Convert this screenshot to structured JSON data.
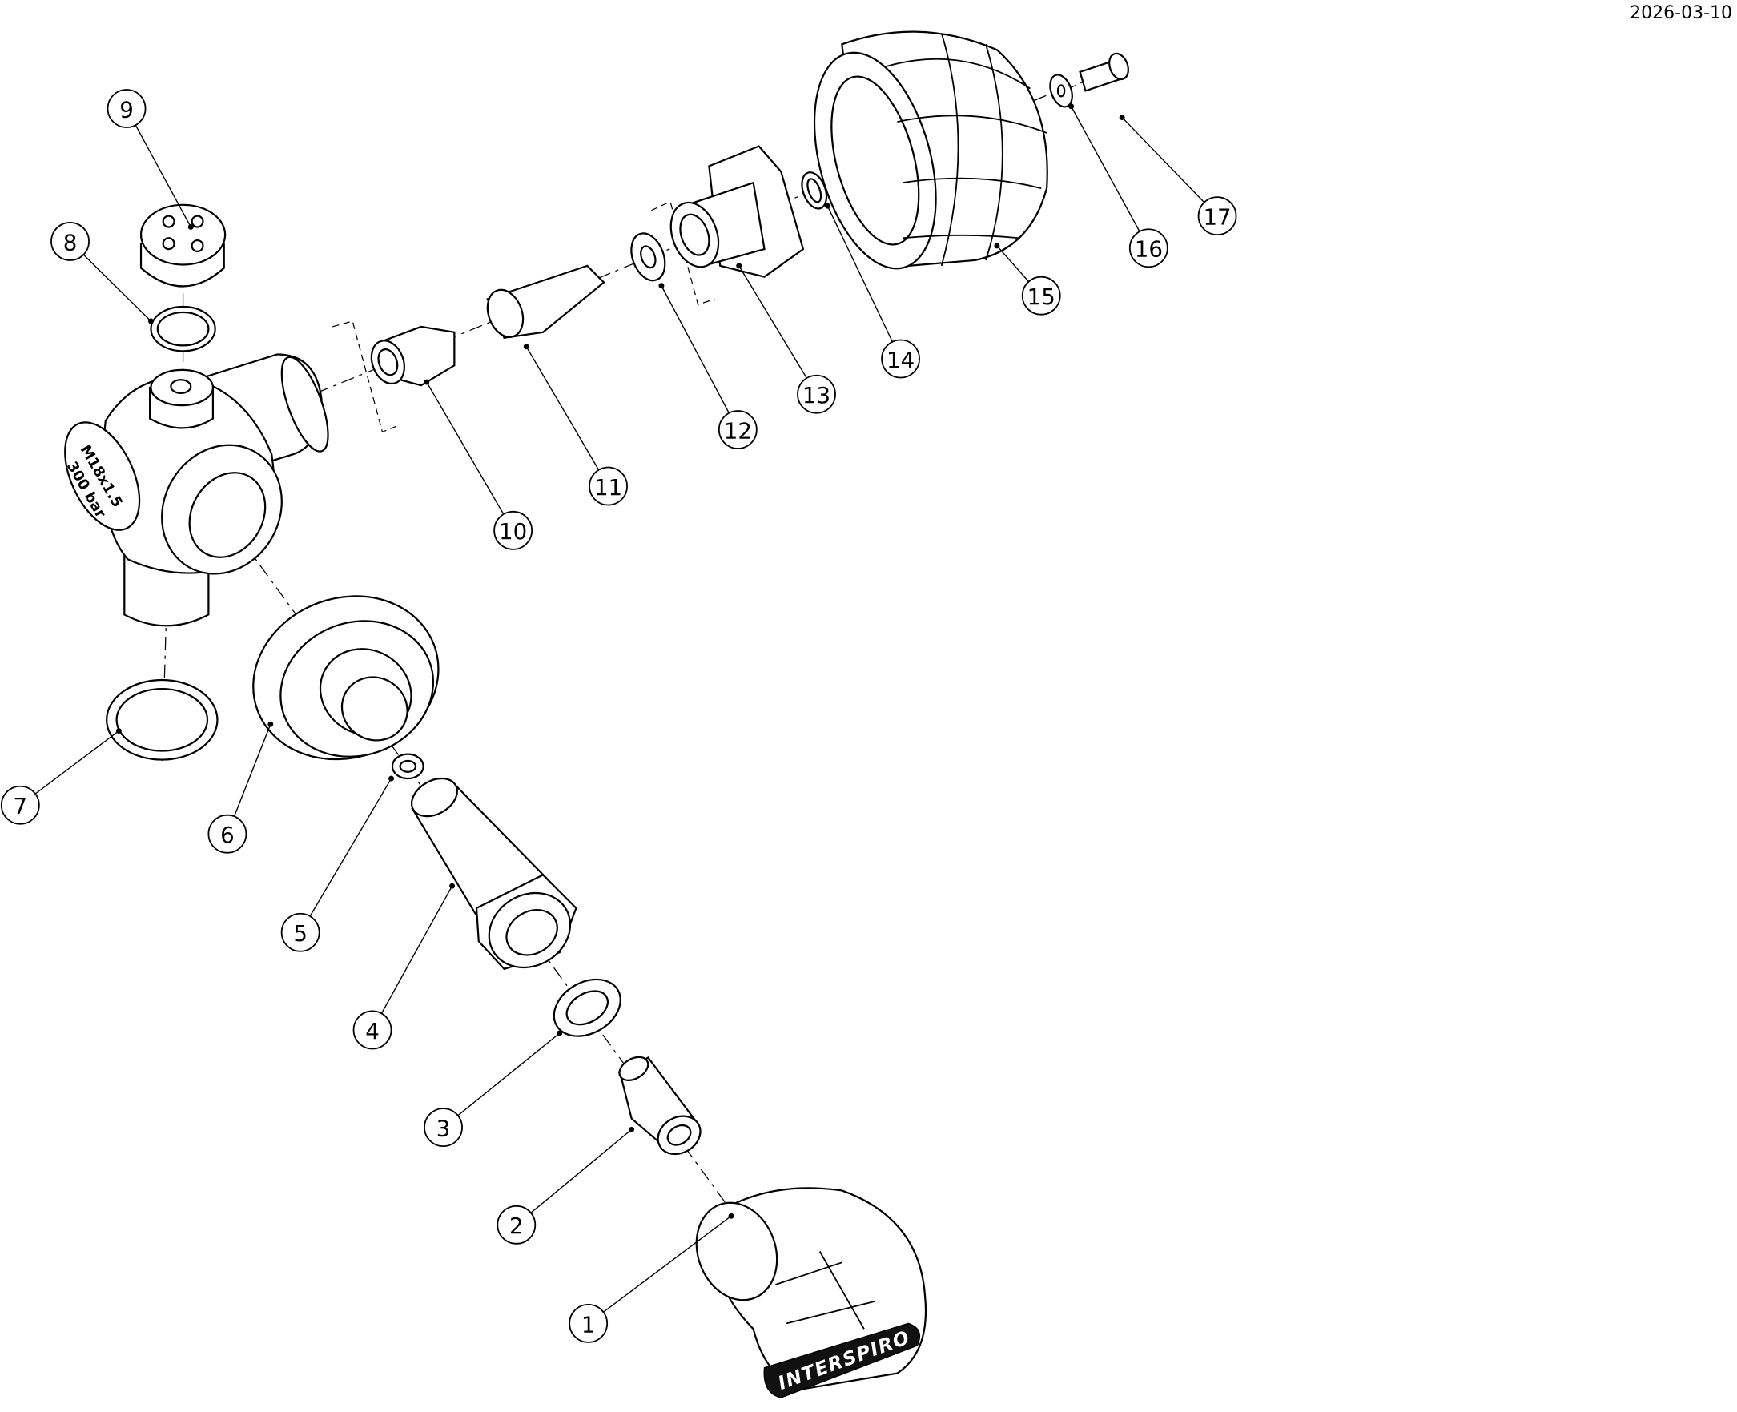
{
  "header": {
    "date": "2026-03-10"
  },
  "engravings": {
    "thread": "M18x1.5",
    "pressure": "300 bar",
    "brand_logo": "INTERSPIRO"
  },
  "callouts": [
    "1",
    "2",
    "3",
    "4",
    "5",
    "6",
    "7",
    "8",
    "9",
    "10",
    "11",
    "12",
    "13",
    "14",
    "15",
    "16",
    "17"
  ]
}
